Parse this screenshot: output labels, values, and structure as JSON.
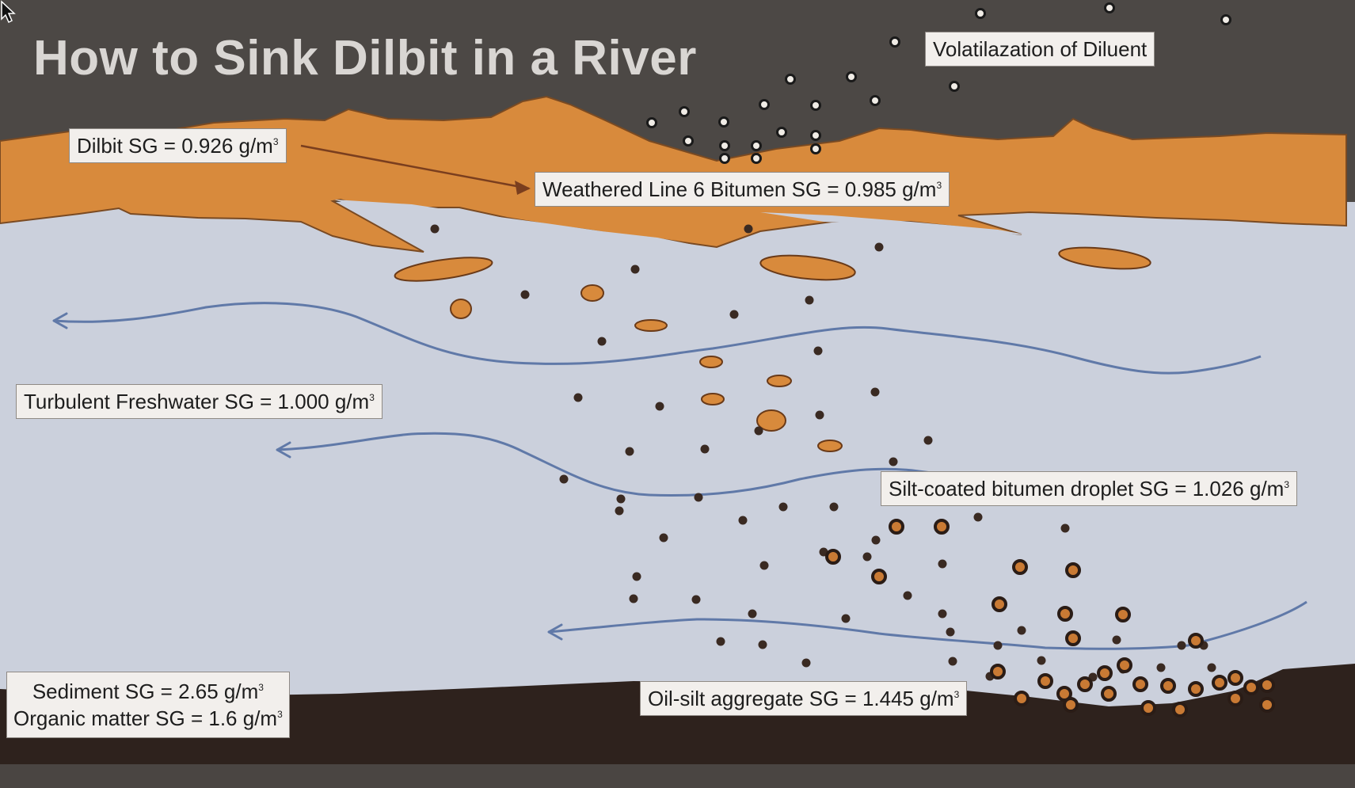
{
  "title": "How to Sink Dilbit in a River",
  "labels": {
    "diluent": "Volatilazation of Diluent",
    "dilbit": "Dilbit SG = 0.926 g/m",
    "weathered": "Weathered Line 6 Bitumen SG = 0.985 g/m",
    "freshwater": "Turbulent Freshwater SG = 1.000 g/m",
    "silt_droplet": "Silt-coated bitumen droplet SG = 1.026 g/m",
    "aggregate": "Oil-silt aggregate SG = 1.445 g/m",
    "sediment": "Sediment SG = 2.65 g/m",
    "organic": "Organic matter SG = 1.6 g/m",
    "superscript": "3"
  },
  "colors": {
    "background": "#4c4845",
    "water": "#cbd0dc",
    "oil": "#d88a3c",
    "sediment": "#2e221d",
    "current": "#6079a8",
    "particle": "#3a2a22"
  },
  "icons": [
    "mouse-pointer-icon"
  ]
}
